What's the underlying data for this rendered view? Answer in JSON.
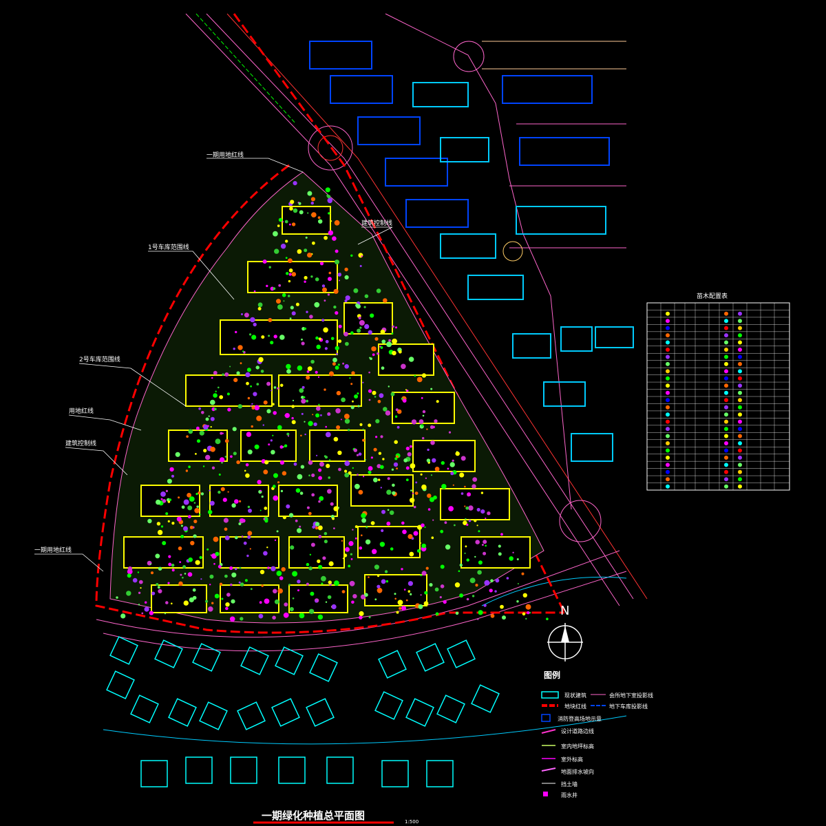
{
  "drawing": {
    "title": "一期绿化种植总平面图",
    "scale": "1:500",
    "north": "N"
  },
  "callouts": {
    "phase1_red_line_top": "一期用地红线",
    "garage1_boundary": "1号车库范围线",
    "garage2_boundary": "2号车库范围线",
    "land_red_line": "用地红线",
    "building_control_line_left": "建筑控制线",
    "phase1_red_line_bottom": "一期用地红线",
    "building_control_line_right": "建筑控制线"
  },
  "legend": {
    "heading": "图例",
    "items": [
      "现状建筑",
      "地块红线",
      "会所地下室投影线",
      "地下车库投影线",
      "消防登高场地示意",
      "设计道路边线",
      "室内地坪标高",
      "室外标高",
      "地面排水坡向",
      "挡土墙",
      "雨水井"
    ]
  },
  "plant_table": {
    "title": "苗木配置表"
  },
  "colors": {
    "background": "#000000",
    "red_line": "#ff0000",
    "building": "#ffff00",
    "existing_building": "#00ffff",
    "road": "#ff66cc",
    "garage": "#0000ff",
    "green": "#00ff00",
    "planting": "#ff00ff"
  }
}
